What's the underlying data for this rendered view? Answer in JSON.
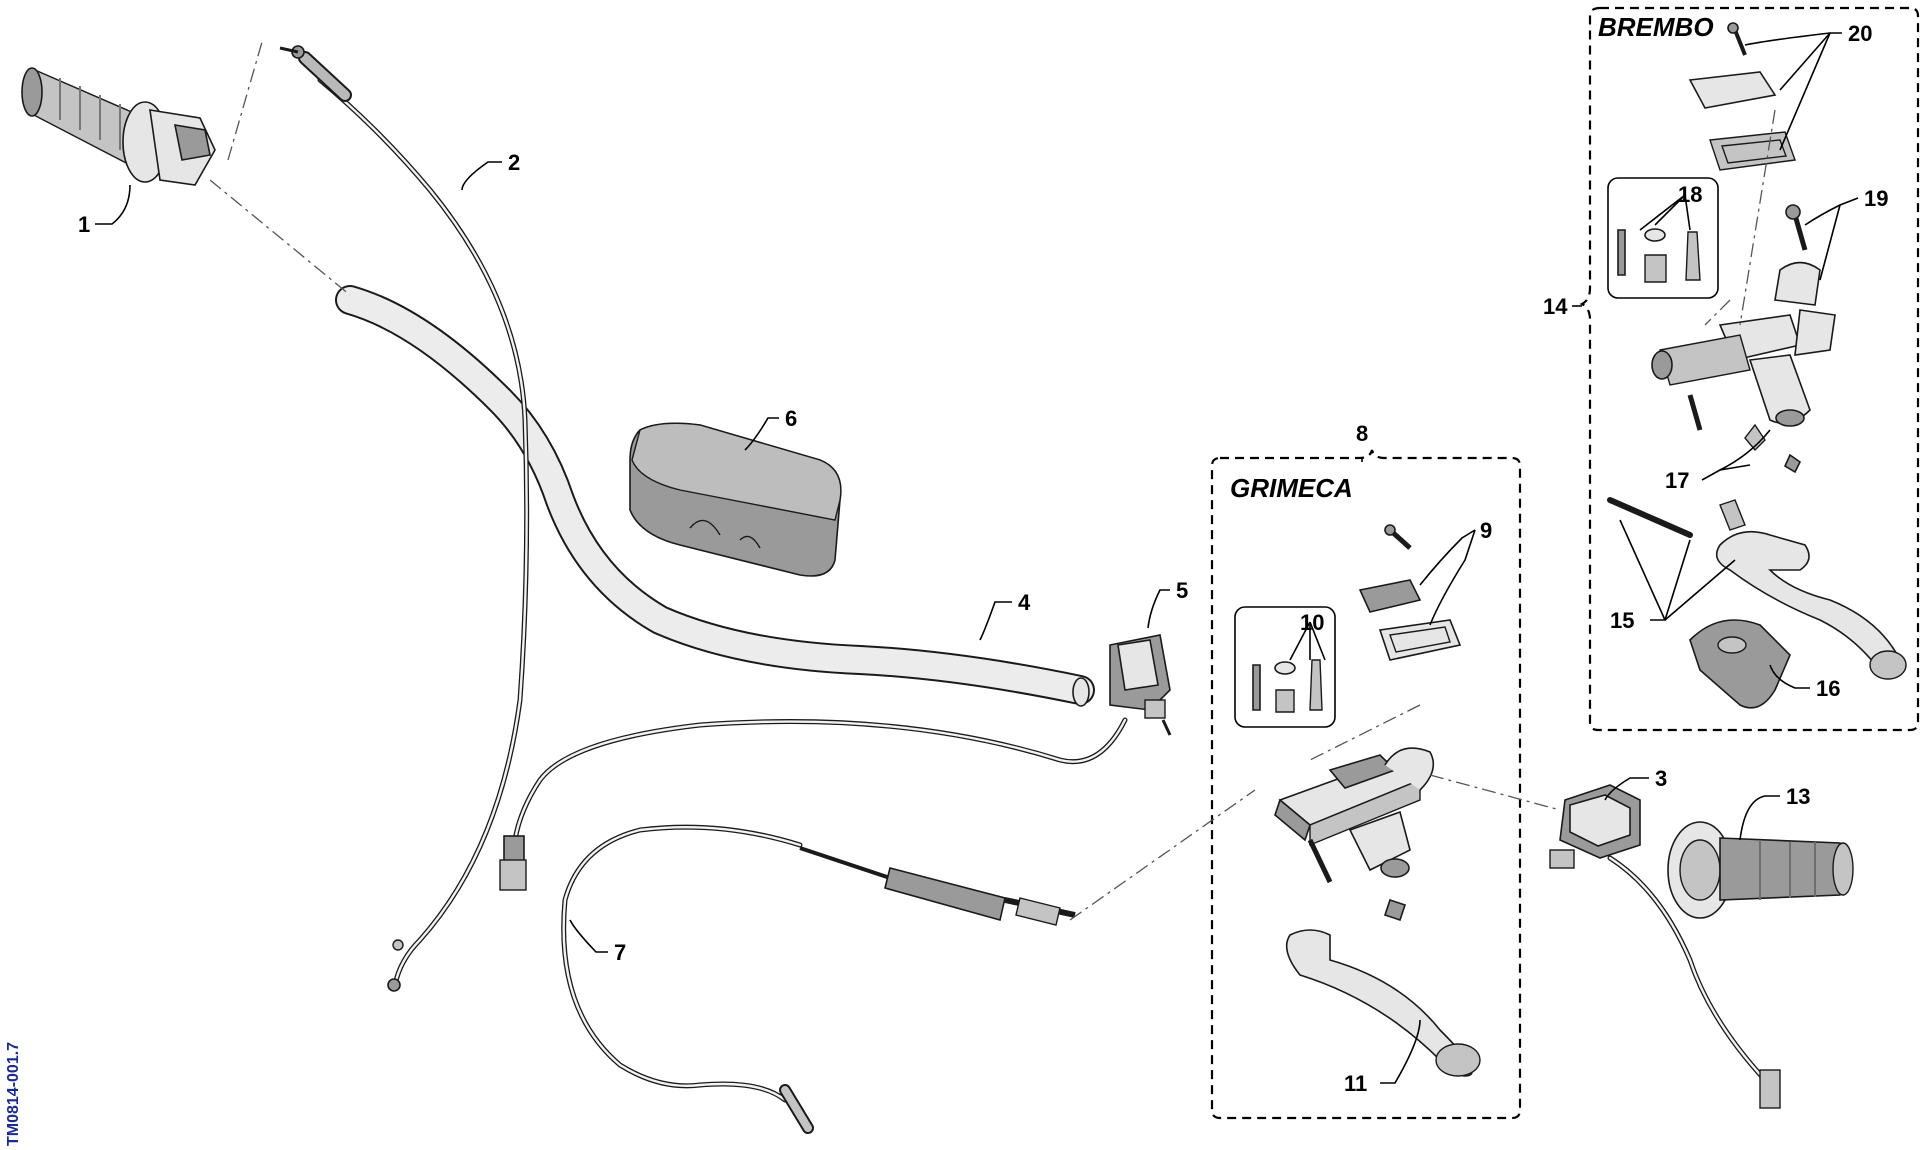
{
  "diagram": {
    "drawing_code": "TM0814-001.7",
    "groups": {
      "brembo": "BREMBO",
      "grimeca": "GRIMECA"
    },
    "callouts": [
      "1",
      "2",
      "3",
      "4",
      "5",
      "6",
      "7",
      "8",
      "9",
      "10",
      "11",
      "13",
      "14",
      "15",
      "16",
      "17",
      "18",
      "19",
      "20"
    ],
    "parts": [
      "throttle-grip",
      "throttle-cable",
      "handlebar",
      "pad",
      "switch",
      "clutch-cable",
      "grimeca-master-cylinder",
      "clutch-lever",
      "left-switch",
      "left-grip",
      "brembo-master-cylinder",
      "brake-lever",
      "reservoir"
    ],
    "colors": {
      "line": "#1a1a1a",
      "part_fill": "#e6e6e6",
      "dark_fill": "#9a9a9a",
      "code": "#1b2a8c"
    }
  }
}
